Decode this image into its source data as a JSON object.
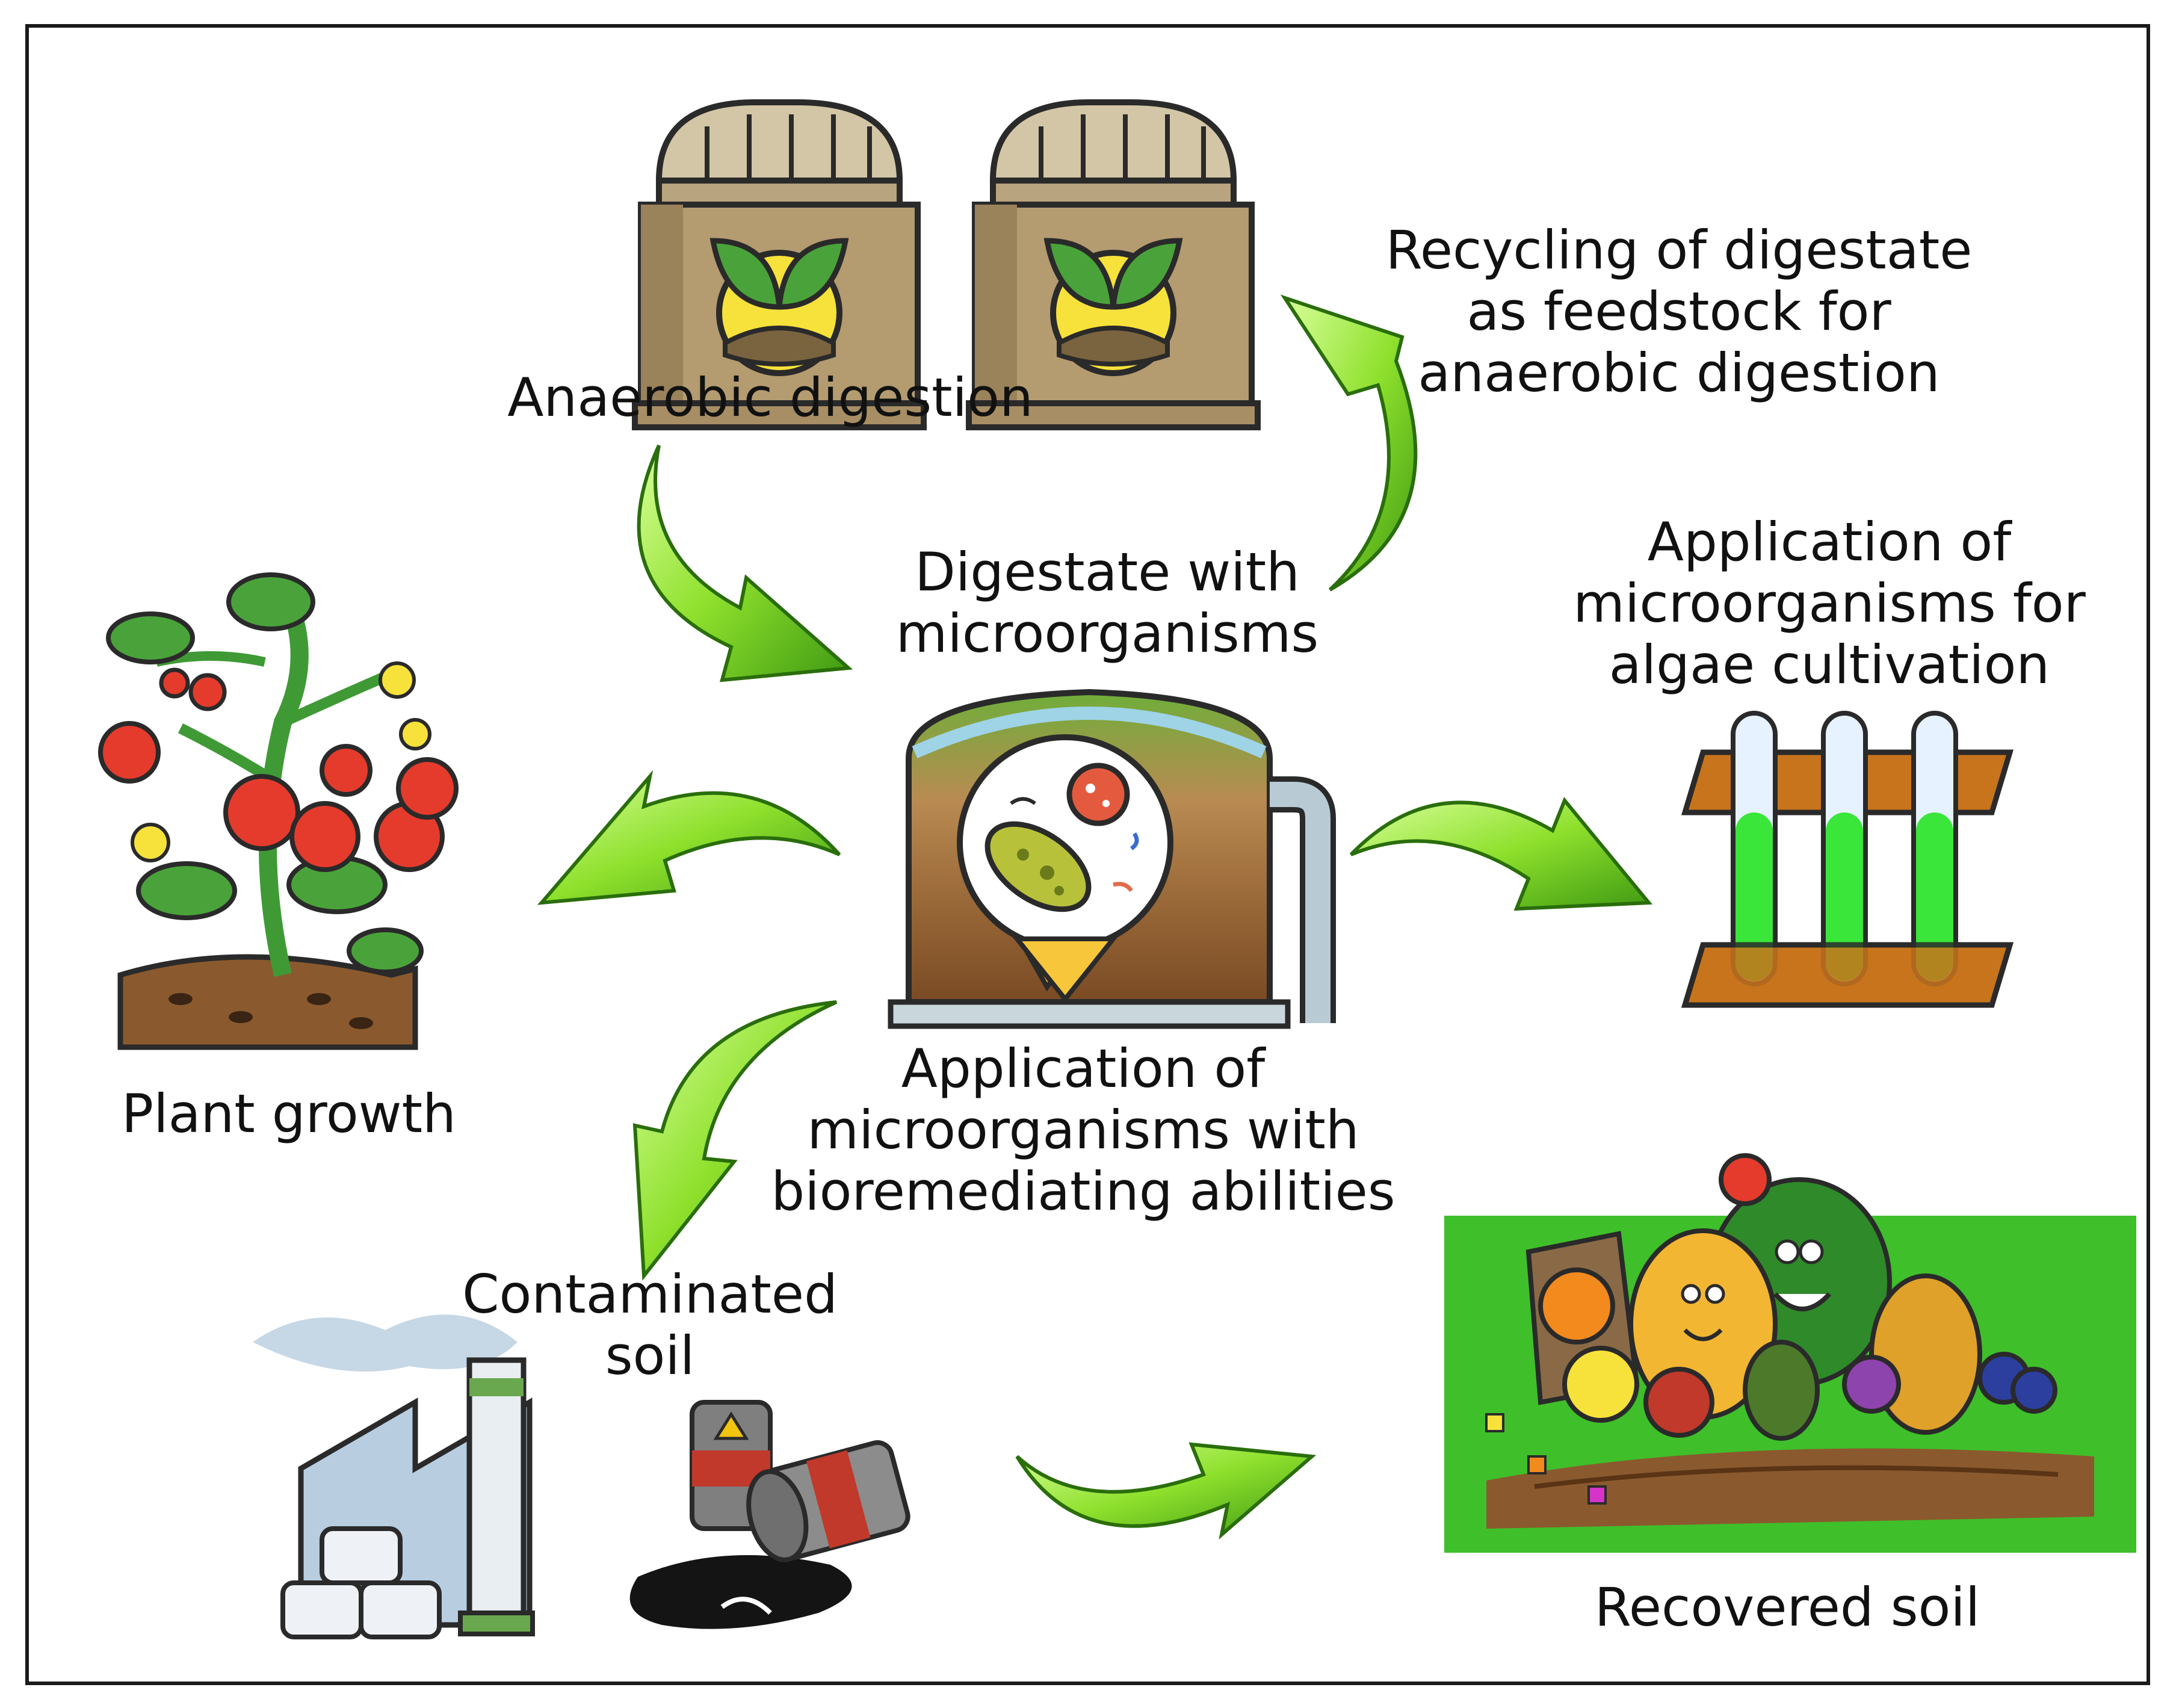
{
  "labels": {
    "anaerobic_digestion": "Anaerobic digestion",
    "recycling": [
      "Recycling of digestate",
      "as feedstock for",
      "anaerobic digestion"
    ],
    "digestate": [
      "Digestate with",
      "microorganisms"
    ],
    "algae": [
      "Application of",
      "microorganisms for",
      "algae cultivation"
    ],
    "plant_growth": "Plant growth",
    "bioremediation": [
      "Application of",
      "microorganisms with",
      "bioremediating abilities"
    ],
    "contaminated": [
      "Contaminated",
      "soil"
    ],
    "recovered": "Recovered soil"
  },
  "colors": {
    "arrow_green": "#7ed321",
    "arrow_dark": "#3e8e0f",
    "soil_brown": "#7a4a24",
    "tomato_red": "#e53b2c",
    "leaf_green": "#3f9a36",
    "algae_green": "#39e639",
    "wood_orange": "#c8741c",
    "field_green": "#3fbf2a"
  },
  "icons": [
    "digester-tank-icon",
    "bioreactor-microbe-icon",
    "tomato-plant-icon",
    "test-tube-rack-icon",
    "factory-pollution-icon",
    "oil-barrel-spill-icon",
    "fruit-garden-icon"
  ]
}
